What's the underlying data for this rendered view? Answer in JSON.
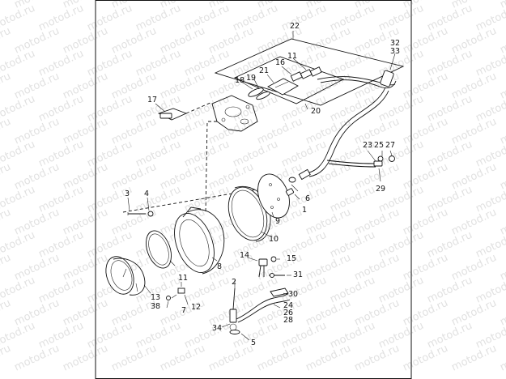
{
  "watermark": "motod.ru",
  "callouts": {
    "c1": "1",
    "c2": "2",
    "c3": "3",
    "c4": "4",
    "c5": "5",
    "c6": "6",
    "c7": "7",
    "c8": "8",
    "c9": "9",
    "c10": "10",
    "c11a": "11",
    "c11b": "11",
    "c12": "12",
    "c13": "13",
    "c14": "14",
    "c15": "15",
    "c16": "16",
    "c17": "17",
    "c18": "18",
    "c19": "19",
    "c20": "20",
    "c21": "21",
    "c22": "22",
    "c23": "23",
    "c24": "24",
    "c25": "25",
    "c26": "26",
    "c27": "27",
    "c28": "28",
    "c29": "29",
    "c30": "30",
    "c31": "31",
    "c32": "32",
    "c33": "33",
    "c34": "34",
    "c38": "38"
  }
}
